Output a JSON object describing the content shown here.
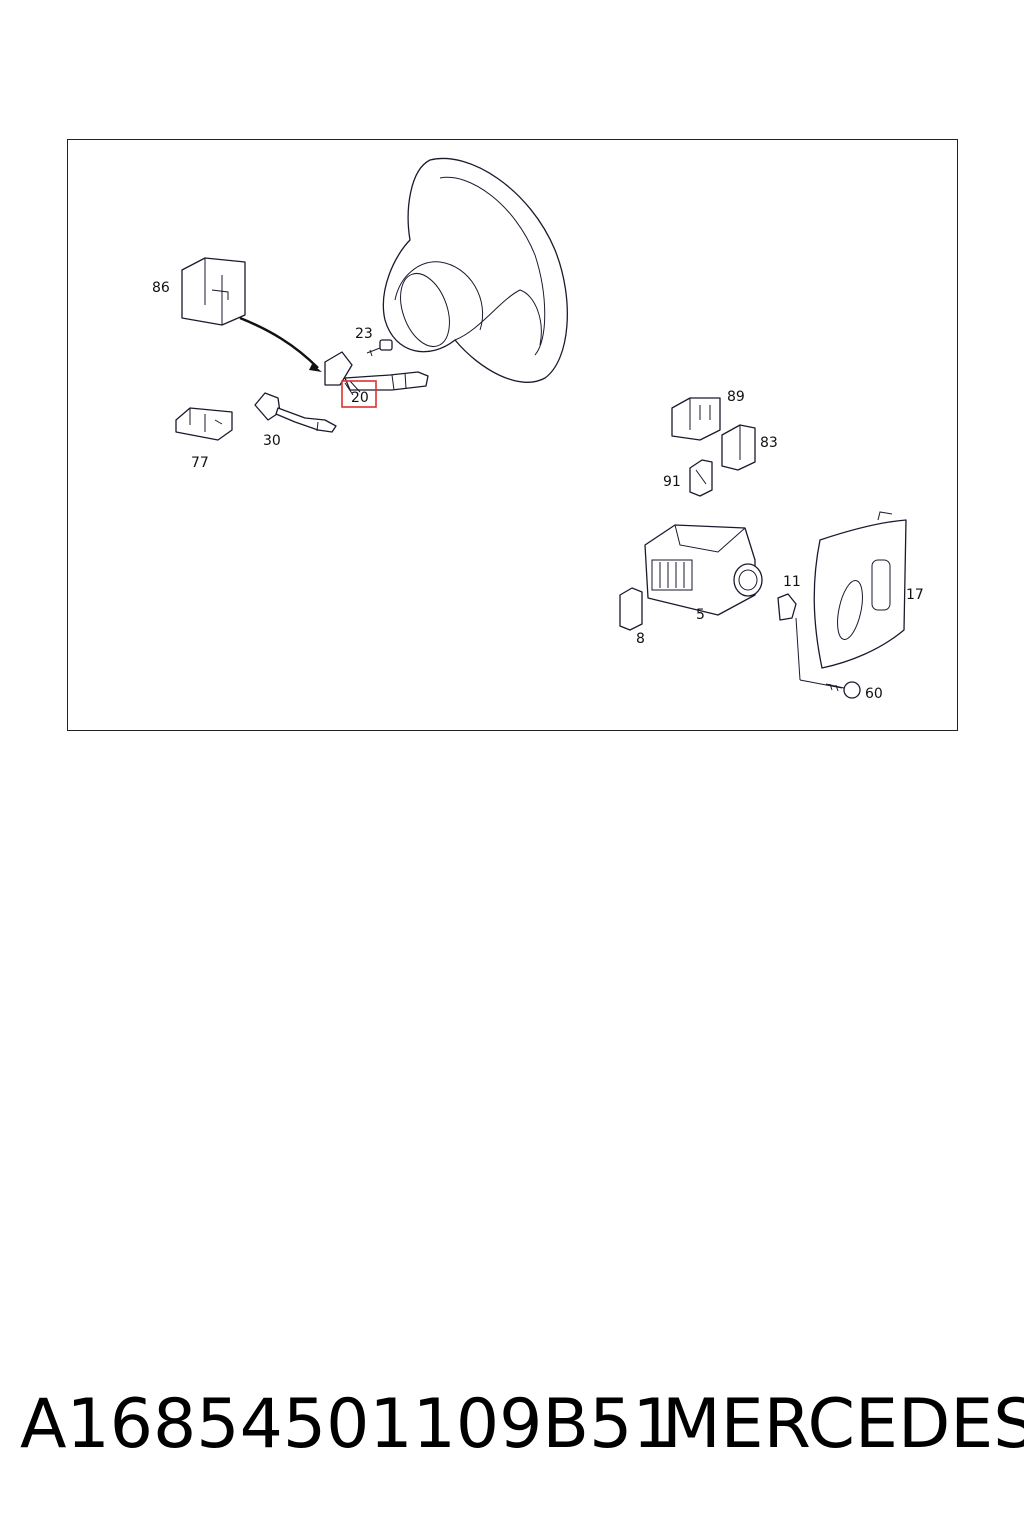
{
  "diagram": {
    "callouts": {
      "c86": "86",
      "c23": "23",
      "c20": "20",
      "c30": "30",
      "c77": "77",
      "c89": "89",
      "c83": "83",
      "c91": "91",
      "c11": "11",
      "c17": "17",
      "c5": "5",
      "c8": "8",
      "c60": "60"
    },
    "highlight_color": "#e03030"
  },
  "footer": {
    "part_number": "A16854501109B51",
    "brand": "MERCEDES"
  }
}
